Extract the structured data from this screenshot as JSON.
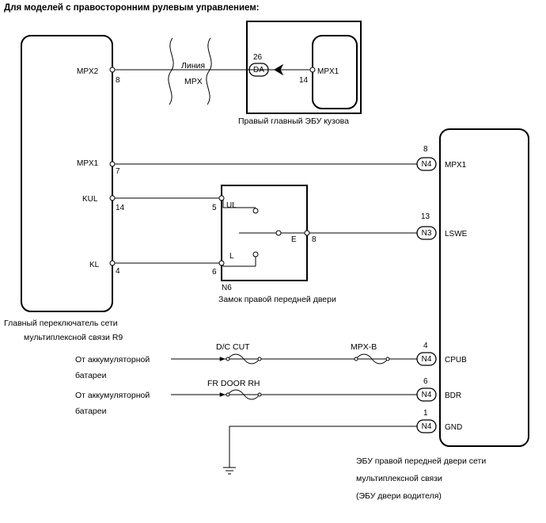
{
  "diagram": {
    "title": "Для моделей с правосторонним рулевым управлением:",
    "components": {
      "master_switch": {
        "label_line1": "Главный переключатель сети",
        "label_line2": "мультиплексной связи R9",
        "pins": {
          "mpx2": {
            "name": "MPX2",
            "num": "8"
          },
          "mpx1": {
            "name": "MPX1",
            "num": "7"
          },
          "kul": {
            "name": "KUL",
            "num": "14"
          },
          "kl": {
            "name": "KL",
            "num": "4"
          }
        }
      },
      "body_ecu": {
        "label": "Правый главный ЭБУ кузова",
        "connector": "DA",
        "connector_pin": "26",
        "pin_name": "MPX1",
        "pin_num": "14"
      },
      "mpx_line": {
        "line1": "Линия",
        "line2": "MPX"
      },
      "door_lock": {
        "connector": "N6",
        "label": "Замок правой передней двери",
        "pins": {
          "ul": {
            "name": "UL",
            "num": "5"
          },
          "e": {
            "name": "E",
            "num": "8"
          },
          "l": {
            "name": "L",
            "num": "6"
          }
        }
      },
      "door_ecu": {
        "label_line1": "ЭБУ правой передней двери сети",
        "label_line2": "мультиплексной связи",
        "label_line3": "(ЭБУ двери водителя)",
        "pins": {
          "mpx1": {
            "name": "MPX1",
            "num": "8",
            "conn": "N4"
          },
          "lswe": {
            "name": "LSWE",
            "num": "13",
            "conn": "N3"
          },
          "cpub": {
            "name": "CPUB",
            "num": "4",
            "conn": "N4"
          },
          "bdr": {
            "name": "BDR",
            "num": "6",
            "conn": "N4"
          },
          "gnd": {
            "name": "GND",
            "num": "1",
            "conn": "N4"
          }
        }
      },
      "power1": {
        "line1": "От аккумуляторной",
        "line2": "батареи",
        "fuse1": "D/C CUT",
        "fuse2": "MPX-B"
      },
      "power2": {
        "line1": "От аккумуляторной",
        "line2": "батареи",
        "fuse": "FR DOOR RH"
      }
    }
  }
}
